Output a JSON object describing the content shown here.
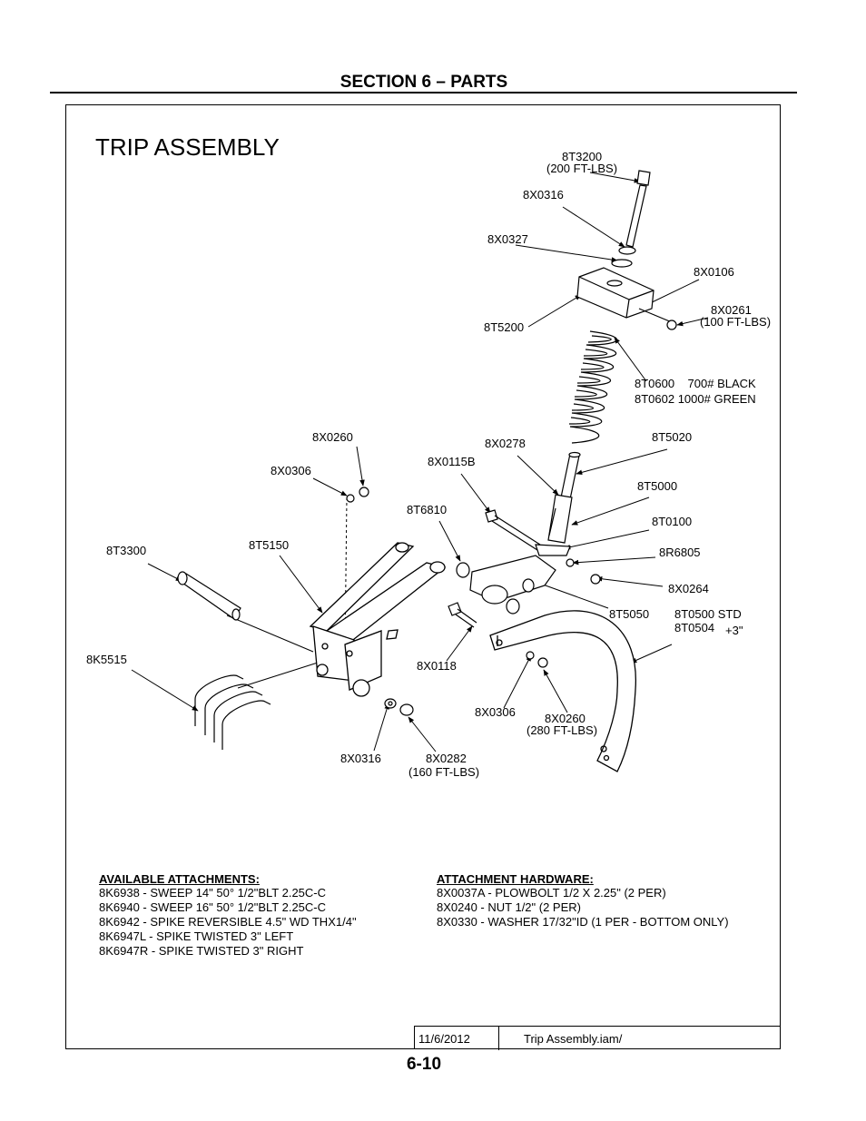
{
  "header": {
    "section": "SECTION 6 – PARTS"
  },
  "diagram": {
    "title": "TRIP ASSEMBLY",
    "labels": [
      "8T3200",
      "(200 FT-LBS)",
      "8X0316",
      "8X0327",
      "8X0106",
      "8X0261",
      "(100 FT-LBS)",
      "8T5200",
      "8T0600    700# BLACK",
      "8T0602 1000# GREEN",
      "8X0260",
      "8X0278",
      "8T5020",
      "8X0306",
      "8X0115B",
      "8T5000",
      "8T6810",
      "8T0100",
      "8T3300",
      "8T5150",
      "8R6805",
      "8X0264",
      "8T5050",
      "8T0500 STD",
      "8T0504",
      "+3\"",
      "8K5515",
      "8X0118",
      "8X0306",
      "8X0260",
      "(280 FT-LBS)",
      "8X0316",
      "8X0282",
      "(160 FT-LBS)"
    ]
  },
  "attachments": {
    "heading": "AVAILABLE ATTACHMENTS:",
    "items": [
      "8K6938 - SWEEP 14\" 50° 1/2\"BLT 2.25C-C",
      "8K6940 - SWEEP 16\" 50° 1/2\"BLT 2.25C-C",
      "8K6942 - SPIKE REVERSIBLE 4.5\" WD THX1/4\"",
      "8K6947L - SPIKE TWISTED 3\" LEFT",
      "8K6947R - SPIKE TWISTED 3\" RIGHT"
    ]
  },
  "hardware": {
    "heading": "ATTACHMENT HARDWARE:",
    "items": [
      "8X0037A - PLOWBOLT 1/2 X 2.25\" (2 PER)",
      "8X0240 - NUT 1/2\" (2 PER)",
      "8X0330 - WASHER 17/32\"ID (1 PER - BOTTOM ONLY)"
    ]
  },
  "title_block": {
    "date": "11/6/2012",
    "file": "Trip Assembly.iam/"
  },
  "footer": {
    "page": "6-10"
  }
}
